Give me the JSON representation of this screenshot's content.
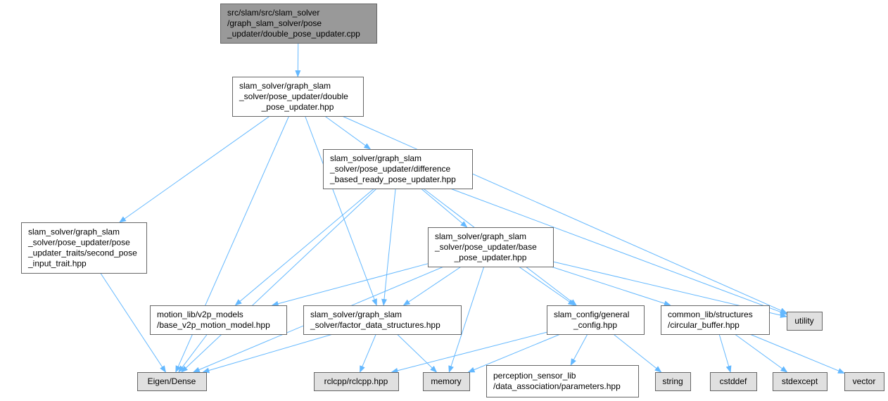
{
  "colors": {
    "edge": "#63b8ff",
    "root_fill": "#999999",
    "file_fill": "#ffffff",
    "system_fill": "#e0e0e0",
    "border": "#666666"
  },
  "nodes": [
    {
      "id": "n0",
      "kind": "root",
      "lines": [
        "src/slam/src/slam_solver",
        "/graph_slam_solver/pose",
        "_updater/double_pose_updater.cpp"
      ],
      "align": "left"
    },
    {
      "id": "n1",
      "kind": "file",
      "lines": [
        "slam_solver/graph_slam",
        "_solver/pose_updater/double",
        "_pose_updater.hpp"
      ],
      "align": "left"
    },
    {
      "id": "n2",
      "kind": "file",
      "lines": [
        "slam_solver/graph_slam",
        "_solver/pose_updater/difference",
        "_based_ready_pose_updater.hpp"
      ],
      "align": "left"
    },
    {
      "id": "n3",
      "kind": "file",
      "lines": [
        "slam_solver/graph_slam",
        "_solver/pose_updater/pose",
        "_updater_traits/second_pose",
        "_input_trait.hpp"
      ],
      "align": "left"
    },
    {
      "id": "n4",
      "kind": "file",
      "lines": [
        "slam_solver/graph_slam",
        "_solver/pose_updater/base",
        "_pose_updater.hpp"
      ],
      "align": "left"
    },
    {
      "id": "n5",
      "kind": "file",
      "lines": [
        "motion_lib/v2p_models",
        "/base_v2p_motion_model.hpp"
      ],
      "align": "left"
    },
    {
      "id": "n6",
      "kind": "file",
      "lines": [
        "slam_solver/graph_slam",
        "_solver/factor_data_structures.hpp"
      ],
      "align": "left"
    },
    {
      "id": "n7",
      "kind": "file",
      "lines": [
        "slam_config/general",
        "_config.hpp"
      ],
      "align": "left"
    },
    {
      "id": "n8",
      "kind": "file",
      "lines": [
        "common_lib/structures",
        "/circular_buffer.hpp"
      ],
      "align": "left"
    },
    {
      "id": "n9",
      "kind": "system",
      "lines": [
        "utility"
      ],
      "align": "center"
    },
    {
      "id": "n10",
      "kind": "system",
      "lines": [
        "Eigen/Dense"
      ],
      "align": "center"
    },
    {
      "id": "n11",
      "kind": "system",
      "lines": [
        "rclcpp/rclcpp.hpp"
      ],
      "align": "center"
    },
    {
      "id": "n12",
      "kind": "system",
      "lines": [
        "memory"
      ],
      "align": "center"
    },
    {
      "id": "n13",
      "kind": "file",
      "lines": [
        "perception_sensor_lib",
        "/data_association/parameters.hpp"
      ],
      "align": "left"
    },
    {
      "id": "n14",
      "kind": "system",
      "lines": [
        "string"
      ],
      "align": "center"
    },
    {
      "id": "n15",
      "kind": "system",
      "lines": [
        "cstddef"
      ],
      "align": "center"
    },
    {
      "id": "n16",
      "kind": "system",
      "lines": [
        "stdexcept"
      ],
      "align": "center"
    },
    {
      "id": "n17",
      "kind": "system",
      "lines": [
        "vector"
      ],
      "align": "center"
    }
  ],
  "edges": [
    [
      "n0",
      "n1"
    ],
    [
      "n1",
      "n2"
    ],
    [
      "n1",
      "n3"
    ],
    [
      "n1",
      "n6"
    ],
    [
      "n1",
      "n9"
    ],
    [
      "n1",
      "n10"
    ],
    [
      "n2",
      "n4"
    ],
    [
      "n2",
      "n5"
    ],
    [
      "n2",
      "n6"
    ],
    [
      "n2",
      "n7"
    ],
    [
      "n2",
      "n9"
    ],
    [
      "n2",
      "n10"
    ],
    [
      "n3",
      "n10"
    ],
    [
      "n4",
      "n5"
    ],
    [
      "n4",
      "n6"
    ],
    [
      "n4",
      "n7"
    ],
    [
      "n4",
      "n8"
    ],
    [
      "n4",
      "n9"
    ],
    [
      "n4",
      "n10"
    ],
    [
      "n4",
      "n12"
    ],
    [
      "n5",
      "n10"
    ],
    [
      "n6",
      "n10"
    ],
    [
      "n6",
      "n11"
    ],
    [
      "n6",
      "n12"
    ],
    [
      "n7",
      "n11"
    ],
    [
      "n7",
      "n12"
    ],
    [
      "n7",
      "n13"
    ],
    [
      "n7",
      "n14"
    ],
    [
      "n8",
      "n15"
    ],
    [
      "n8",
      "n16"
    ],
    [
      "n8",
      "n17"
    ]
  ]
}
